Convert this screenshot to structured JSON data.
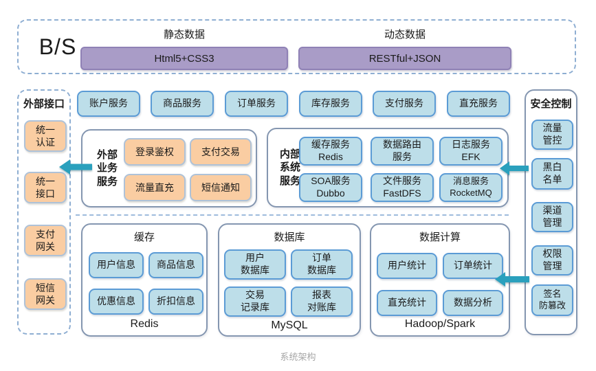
{
  "caption": "系统架构",
  "colors": {
    "arrow": "#2AA0BD",
    "blue_box_fill": "#BDDEE9",
    "blue_box_border": "#5B9BD5",
    "orange_box_fill": "#FACDA2",
    "purple_box_fill": "#A99CC7",
    "container_border": "#8496B0",
    "dashed_border": "#8EAED2"
  },
  "header": {
    "label": "B/S",
    "static": {
      "title": "静态数据",
      "tech": "Html5+CSS3"
    },
    "dynamic": {
      "title": "动态数据",
      "tech": "RESTful+JSON"
    }
  },
  "external_interface": {
    "title": "外部接口",
    "items": [
      "统一\n认证",
      "统一\n接口",
      "支付\n网关",
      "短信\n网关"
    ]
  },
  "security": {
    "title": "安全控制",
    "items": [
      "流量\n管控",
      "黑白\n名单",
      "渠道\n管理",
      "权限\n管理",
      "签名\n防篡改"
    ]
  },
  "top_services": {
    "items": [
      "账户服务",
      "商品服务",
      "订单服务",
      "库存服务",
      "支付服务",
      "直充服务"
    ]
  },
  "external_business": {
    "title": "外部\n业务\n服务",
    "items": [
      "登录鉴权",
      "支付交易",
      "流量直充",
      "短信通知"
    ]
  },
  "internal_system": {
    "title": "内部\n系统\n服务",
    "items": [
      "缓存服务\nRedis",
      "数据路由\n服务",
      "日志服务\nEFK",
      "SOA服务\nDubbo",
      "文件服务\nFastDFS",
      "消息服务\nRocketMQ"
    ]
  },
  "cache": {
    "title": "缓存",
    "items": [
      "用户信息",
      "商品信息",
      "优惠信息",
      "折扣信息"
    ],
    "footer": "Redis"
  },
  "database": {
    "title": "数据库",
    "items": [
      "用户\n数据库",
      "订单\n数据库",
      "交易\n记录库",
      "报表\n对账库"
    ],
    "footer": "MySQL"
  },
  "compute": {
    "title": "数据计算",
    "items": [
      "用户统计",
      "订单统计",
      "直充统计",
      "数据分析"
    ],
    "footer": "Hadoop/Spark"
  }
}
